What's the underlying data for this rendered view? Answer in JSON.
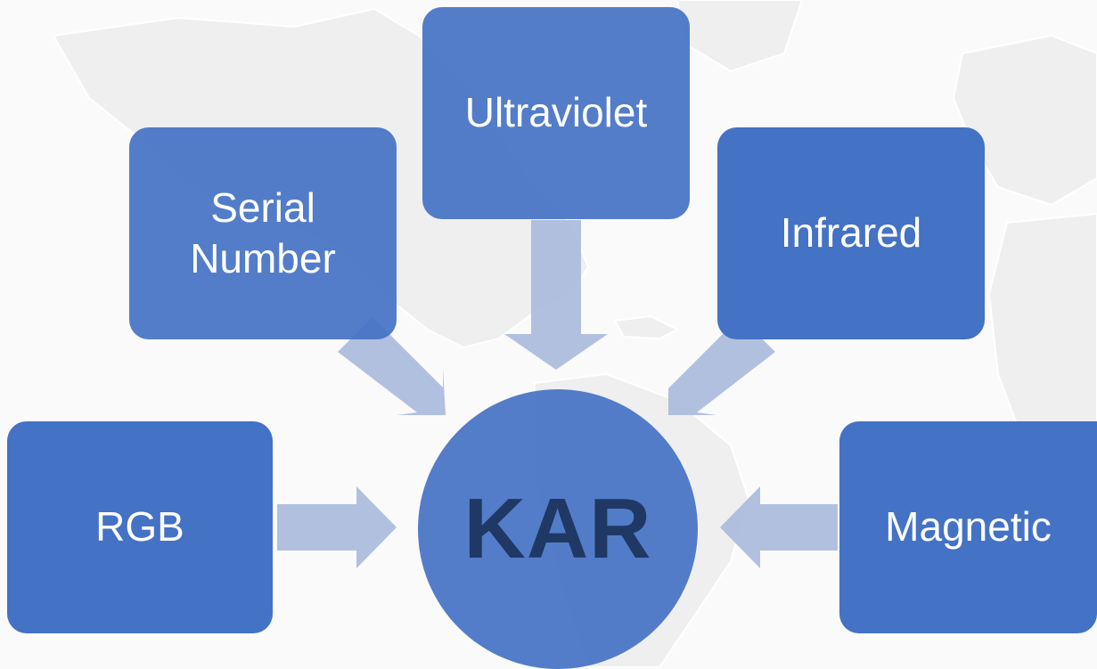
{
  "diagram": {
    "center": {
      "label": "KAR"
    },
    "sources": [
      {
        "id": "ultraviolet",
        "label": "Ultraviolet"
      },
      {
        "id": "serial-number",
        "label": "Serial\nNumber"
      },
      {
        "id": "infrared",
        "label": "Infrared"
      },
      {
        "id": "rgb",
        "label": "RGB"
      },
      {
        "id": "magnetic",
        "label": "Magnetic"
      }
    ]
  },
  "colors": {
    "box_fill": "#4472c4",
    "box_fill_translucent": "#4f78bf",
    "arrow_fill": "#a9b9dc",
    "center_text": "#1f3864",
    "background": "#fafafa",
    "land": "#eeeeef"
  }
}
